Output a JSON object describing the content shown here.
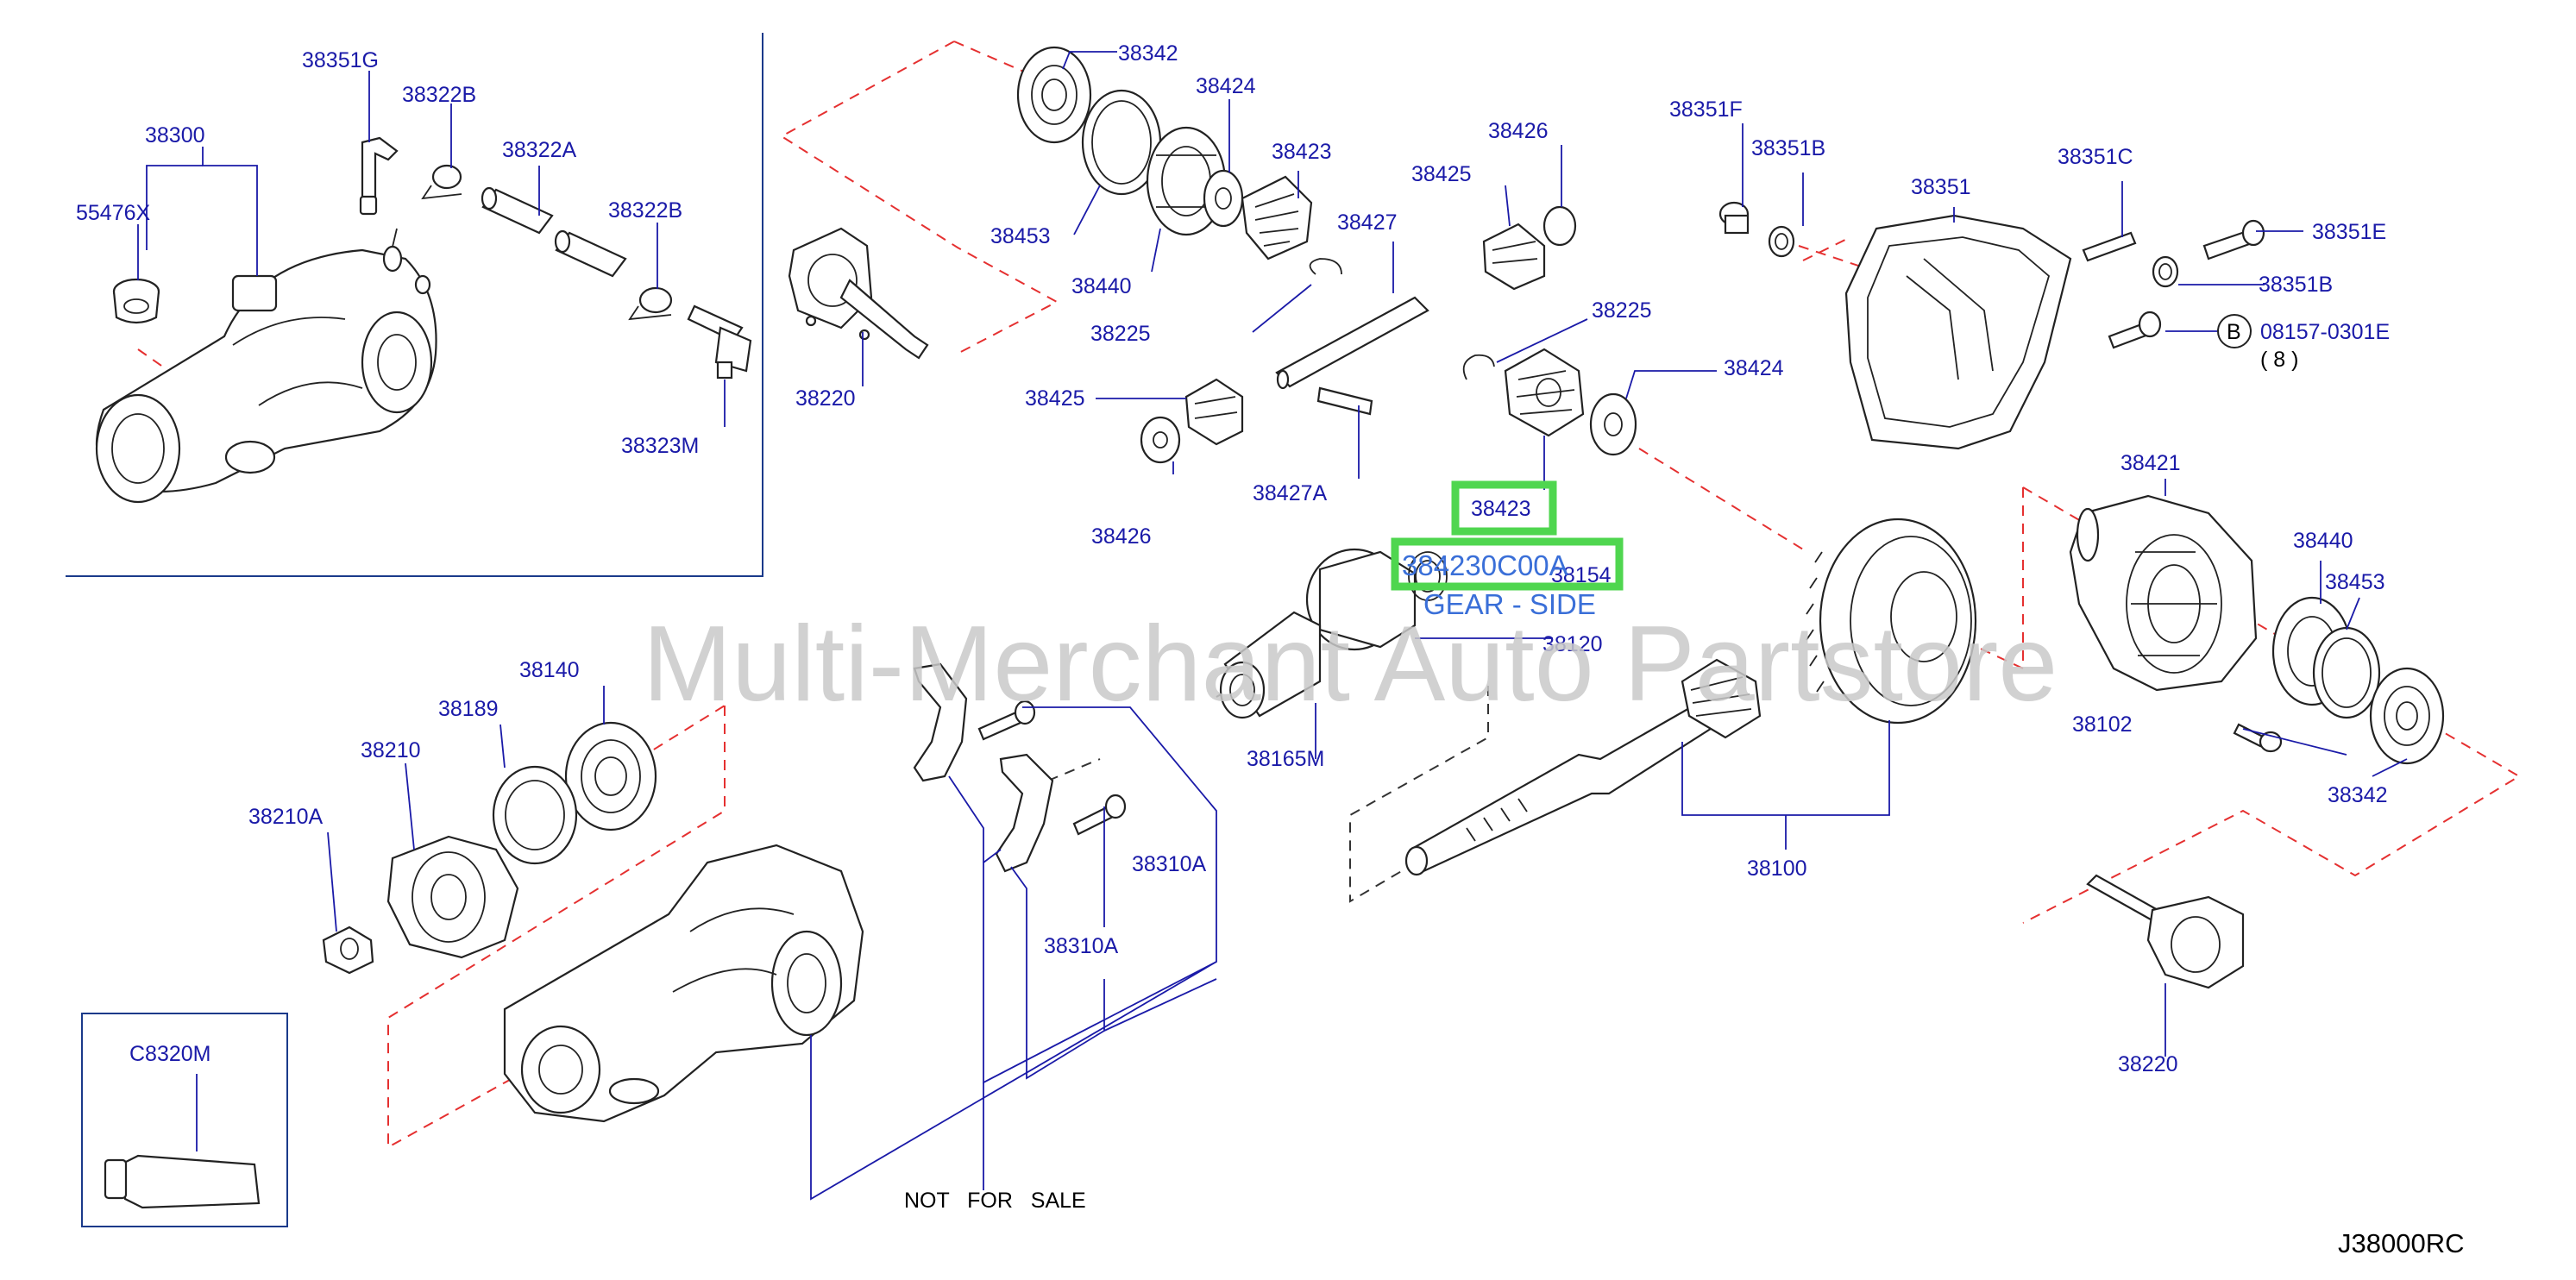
{
  "watermark": "Multi-Merchant Auto Partstore",
  "diagram_code": "J38000RC",
  "footer_note": "NOT   FOR   SALE",
  "highlight": {
    "part_number": "38423",
    "full_part_number": "384230C00A",
    "description": "GEAR - SIDE",
    "border_color": "#4fd64f"
  },
  "bolt_callout": {
    "badge": "B",
    "part_number": "08157-0301E",
    "quantity": "( 8 )"
  },
  "colors": {
    "label": "#1a1aa8",
    "phantom_line": "#e53030",
    "highlight_text": "#3a6fd8",
    "watermark": "#c9c9c9"
  },
  "labels": {
    "l38351G": "38351G",
    "l38322B_a": "38322B",
    "l38300": "38300",
    "l38322A": "38322A",
    "l55476X": "55476X",
    "l38322B_b": "38322B",
    "l38323M": "38323M",
    "l38342_top": "38342",
    "l38424_top": "38424",
    "l38423_top": "38423",
    "l38453_top": "38453",
    "l38440_top": "38440",
    "l38225_a": "38225",
    "l38220_left": "38220",
    "l38427": "38427",
    "l38425_top": "38425",
    "l38426_top": "38426",
    "l38225_b": "38225",
    "l38424_right": "38424",
    "l38425_left": "38425",
    "l38427A": "38427A",
    "l38426_low": "38426",
    "l38154": "38154",
    "l38120": "38120",
    "l38165M": "38165M",
    "l38351F": "38351F",
    "l38351B_a": "38351B",
    "l38351": "38351",
    "l38351C": "38351C",
    "l38351E": "38351E",
    "l38351B_b": "38351B",
    "l38421": "38421",
    "l38440_right": "38440",
    "l38453_right": "38453",
    "l38102": "38102",
    "l38342_right": "38342",
    "l38100": "38100",
    "l38220_right": "38220",
    "l38140": "38140",
    "l38189": "38189",
    "l38210": "38210",
    "l38210A": "38210A",
    "l38310A_a": "38310A",
    "l38310A_b": "38310A",
    "lC8320M": "C8320M"
  }
}
